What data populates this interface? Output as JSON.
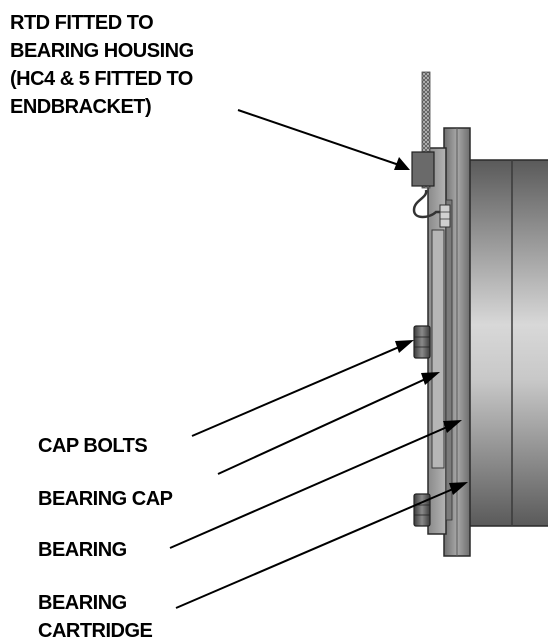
{
  "labels": {
    "rtd": {
      "lines": [
        "RTD FITTED TO",
        "BEARING HOUSING",
        "(HC4 & 5 FITTED TO",
        "ENDBRACKET)"
      ]
    },
    "cap_bolts": "CAP BOLTS",
    "bearing_cap": "BEARING CAP",
    "bearing": "BEARING",
    "bearing_cartridge": {
      "lines": [
        "BEARING",
        "CARTRIDGE"
      ]
    }
  },
  "colors": {
    "ink": "#000000",
    "shaft_dark": "#5a5a5a",
    "shaft_light": "#d4d4d4",
    "flange": "#8c8c8c",
    "cap": "#9a9a9a",
    "outline": "#2a2a2a"
  },
  "icons": [
    "hex-bolt",
    "rtd-sensor",
    "rtd-cable"
  ]
}
